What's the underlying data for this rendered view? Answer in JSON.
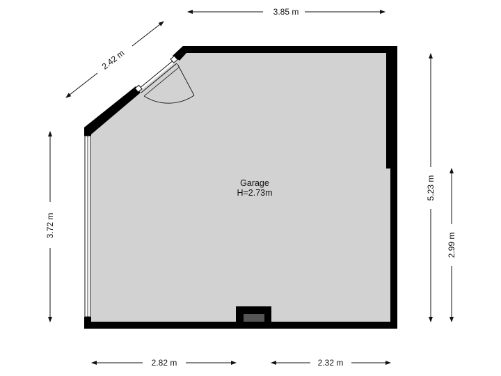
{
  "room": {
    "name": "Garage",
    "height": "H=2.73m"
  },
  "dimensions": {
    "top": "3.85 m",
    "diagonal": "2.42 m",
    "left": "3.72 m",
    "right_outer": "5.23 m",
    "right_inner": "2.99 m",
    "bottom_left": "2.82 m",
    "bottom_right": "2.32 m"
  },
  "colors": {
    "floor": "#d2d2d2",
    "wall": "#000000",
    "vent": "#555555"
  }
}
